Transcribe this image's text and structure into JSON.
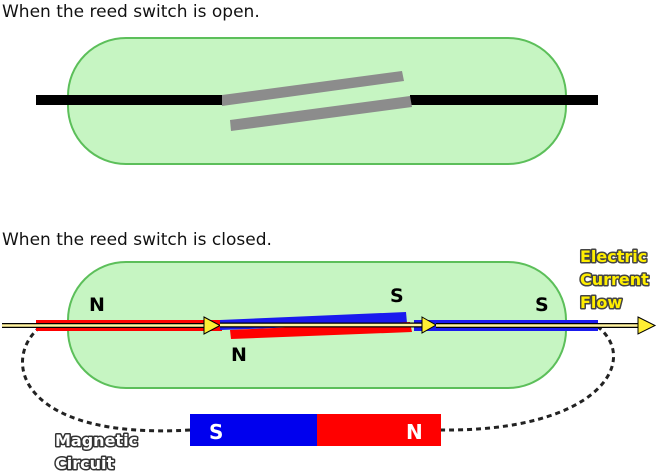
{
  "captions": {
    "open": "When the reed switch is open.",
    "closed": "When the reed switch is closed."
  },
  "poles": {
    "left_lead": "N",
    "lower_reed": "N",
    "upper_reed": "S",
    "right_lead": "S"
  },
  "magnet": {
    "south": "S",
    "north": "N",
    "south_color": "#0000ee",
    "north_color": "#ff0000"
  },
  "labels": {
    "current_line1": "Electric",
    "current_line2": "Current",
    "current_line3": "Flow",
    "circuit_line1": "Magnetic",
    "circuit_line2": "Circuit"
  },
  "colors": {
    "glass_fill": "#c6f5c2",
    "glass_stroke": "#5cbf5a",
    "reed_open": "#8c8c8c",
    "lead": "#000000",
    "current_arrow": "#ffee33",
    "current_text": "#ffee00"
  }
}
